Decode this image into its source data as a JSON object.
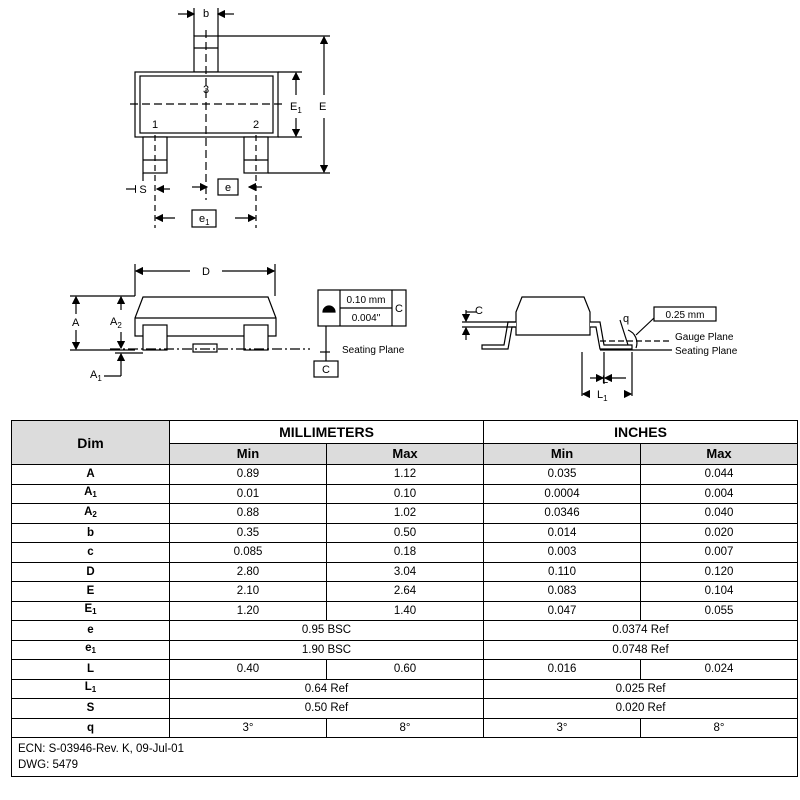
{
  "drawing": {
    "top_view": {
      "labels": {
        "b": "b",
        "pin3": "3",
        "pin1": "1",
        "pin2": "2",
        "E1_main": "E",
        "E1_sub": "1",
        "E": "E",
        "S": "S",
        "e": "e",
        "e1_main": "e",
        "e1_sub": "1"
      }
    },
    "side_view": {
      "labels": {
        "D": "D",
        "A": "A",
        "A2_main": "A",
        "A2_sub": "2",
        "A1_main": "A",
        "A1_sub": "1",
        "fcf_mm": "0.10 mm",
        "fcf_in": "0.004\"",
        "fcf_ref": "C",
        "datum": "C",
        "seating_plane": "Seating Plane"
      }
    },
    "end_view": {
      "labels": {
        "c": "C",
        "q": "q",
        "gauge_value": "0.25 mm",
        "gauge_plane": "Gauge Plane",
        "seating_plane": "Seating Plane",
        "L": "L",
        "L1_main": "L",
        "L1_sub": "1"
      }
    }
  },
  "table": {
    "headers": {
      "dim": "Dim",
      "millimeters": "MILLIMETERS",
      "inches": "INCHES",
      "min": "Min",
      "max": "Max"
    },
    "rows": [
      {
        "dim": "A",
        "sub": "",
        "mm_min": "0.89",
        "mm_max": "1.12",
        "in_min": "0.035",
        "in_max": "0.044"
      },
      {
        "dim": "A",
        "sub": "1",
        "mm_min": "0.01",
        "mm_max": "0.10",
        "in_min": "0.0004",
        "in_max": "0.004"
      },
      {
        "dim": "A",
        "sub": "2",
        "mm_min": "0.88",
        "mm_max": "1.02",
        "in_min": "0.0346",
        "in_max": "0.040"
      },
      {
        "dim": "b",
        "sub": "",
        "mm_min": "0.35",
        "mm_max": "0.50",
        "in_min": "0.014",
        "in_max": "0.020"
      },
      {
        "dim": "c",
        "sub": "",
        "mm_min": "0.085",
        "mm_max": "0.18",
        "in_min": "0.003",
        "in_max": "0.007"
      },
      {
        "dim": "D",
        "sub": "",
        "mm_min": "2.80",
        "mm_max": "3.04",
        "in_min": "0.110",
        "in_max": "0.120"
      },
      {
        "dim": "E",
        "sub": "",
        "mm_min": "2.10",
        "mm_max": "2.64",
        "in_min": "0.083",
        "in_max": "0.104"
      },
      {
        "dim": "E",
        "sub": "1",
        "mm_min": "1.20",
        "mm_max": "1.40",
        "in_min": "0.047",
        "in_max": "0.055"
      },
      {
        "dim": "e",
        "sub": "",
        "mm_span": "0.95 BSC",
        "in_span": "0.0374 Ref"
      },
      {
        "dim": "e",
        "sub": "1",
        "mm_span": "1.90 BSC",
        "in_span": "0.0748 Ref"
      },
      {
        "dim": "L",
        "sub": "",
        "mm_min": "0.40",
        "mm_max": "0.60",
        "in_min": "0.016",
        "in_max": "0.024"
      },
      {
        "dim": "L",
        "sub": "1",
        "mm_span": "0.64 Ref",
        "in_span": "0.025 Ref"
      },
      {
        "dim": "S",
        "sub": "",
        "mm_span": "0.50 Ref",
        "in_span": "0.020 Ref"
      },
      {
        "dim": "q",
        "sub": "",
        "mm_min": "3°",
        "mm_max": "8°",
        "in_min": "3°",
        "in_max": "8°"
      }
    ],
    "footer": {
      "ecn": "ECN: S-03946-Rev. K, 09-Jul-01",
      "dwg": "DWG: 5479"
    }
  }
}
